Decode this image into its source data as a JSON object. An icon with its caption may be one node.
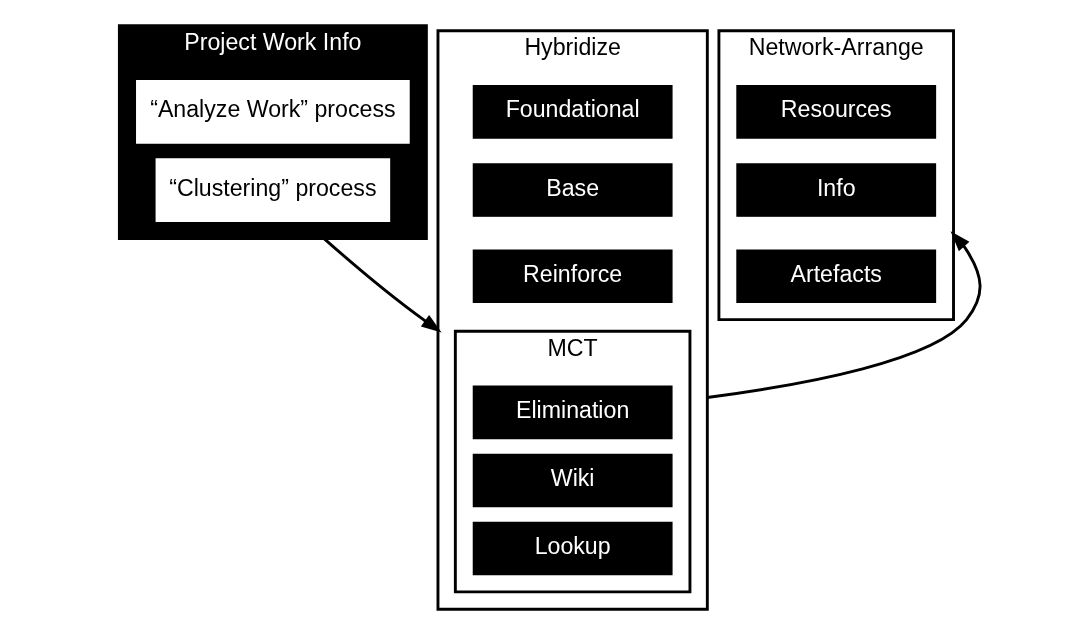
{
  "diagram": {
    "nodes": [
      {
        "text": [
          "Project Work Info"
        ]
      },
      {
        "text": [
          "“Analyze Work” process"
        ],
        "in": 0
      },
      {
        "text": [
          "“Clustering” process"
        ],
        "in": 0
      },
      {
        "text": [
          "Hybridize"
        ]
      },
      {
        "text": [
          "Foundational"
        ],
        "in": 3
      },
      {
        "text": [
          "Base"
        ],
        "in": 3
      },
      {
        "text": [
          "Reinforce"
        ],
        "in": 3
      },
      {
        "text": [
          "MCT"
        ],
        "in": 3
      },
      {
        "text": [
          "Elimination"
        ],
        "in": 7
      },
      {
        "text": [
          "Wiki"
        ],
        "in": 7
      },
      {
        "text": [
          "Lookup"
        ],
        "in": 7
      },
      {
        "text": [
          "Network-Arrange"
        ]
      },
      {
        "text": [
          "Resources"
        ],
        "in": 11
      },
      {
        "text": [
          "Info"
        ],
        "in": 11
      },
      {
        "text": [
          "Artefacts"
        ],
        "in": 11
      }
    ],
    "edges": [
      {
        "from": 0,
        "to": 3,
        "arrow": "to"
      },
      {
        "from": 3,
        "to": 11,
        "arrow": "to"
      }
    ]
  }
}
